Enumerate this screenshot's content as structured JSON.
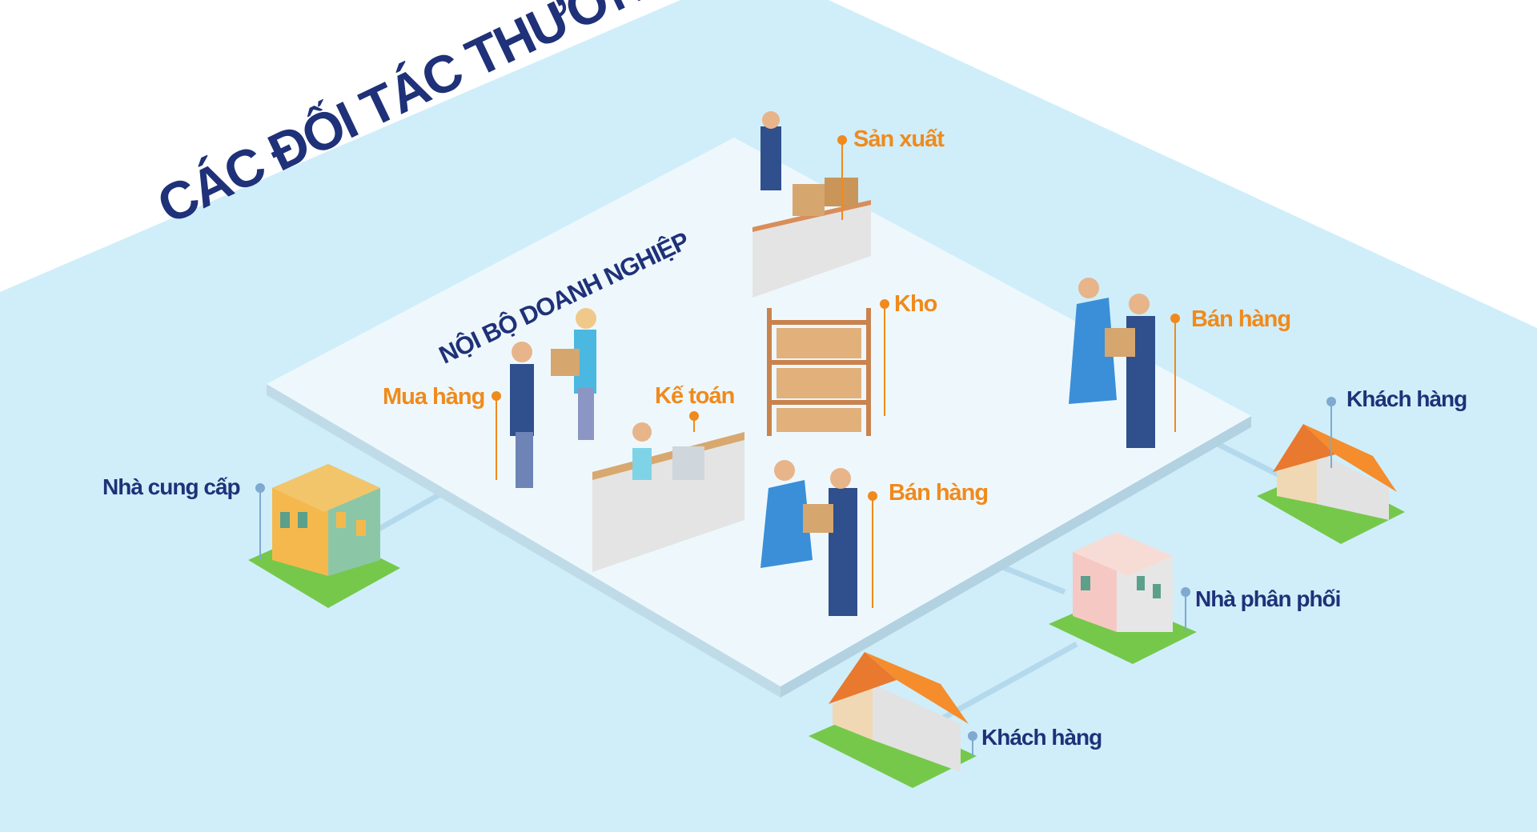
{
  "title": "CÁC ĐỐI TÁC THƯƠNG MẠI",
  "subtitle": "NỘI BỘ DOANH NGHIỆP",
  "colors": {
    "background": "#cfeefa",
    "platform": "#eef8fc",
    "title_text": "#1f3178",
    "internal_label": "#f08a1c",
    "external_label": "#1f3178",
    "pin_internal": "#f08a1c",
    "pin_external": "#7fa9cf"
  },
  "internal": {
    "san_xuat": "Sản xuất",
    "kho": "Kho",
    "ban_hang_right": "Bán hàng",
    "mua_hang": "Mua hàng",
    "ke_toan": "Kế toán",
    "ban_hang_center": "Bán hàng"
  },
  "external": {
    "nha_cung_cap": "Nhà cung cấp",
    "khach_hang_top": "Khách hàng",
    "nha_phan_phoi": "Nhà phân phối",
    "khach_hang_bottom": "Khách hàng"
  },
  "icons": [
    "supplier-building-icon",
    "distributor-building-icon",
    "customer-house-icon",
    "warehouse-shelf-icon",
    "desk-icon",
    "person-icon",
    "box-icon"
  ]
}
